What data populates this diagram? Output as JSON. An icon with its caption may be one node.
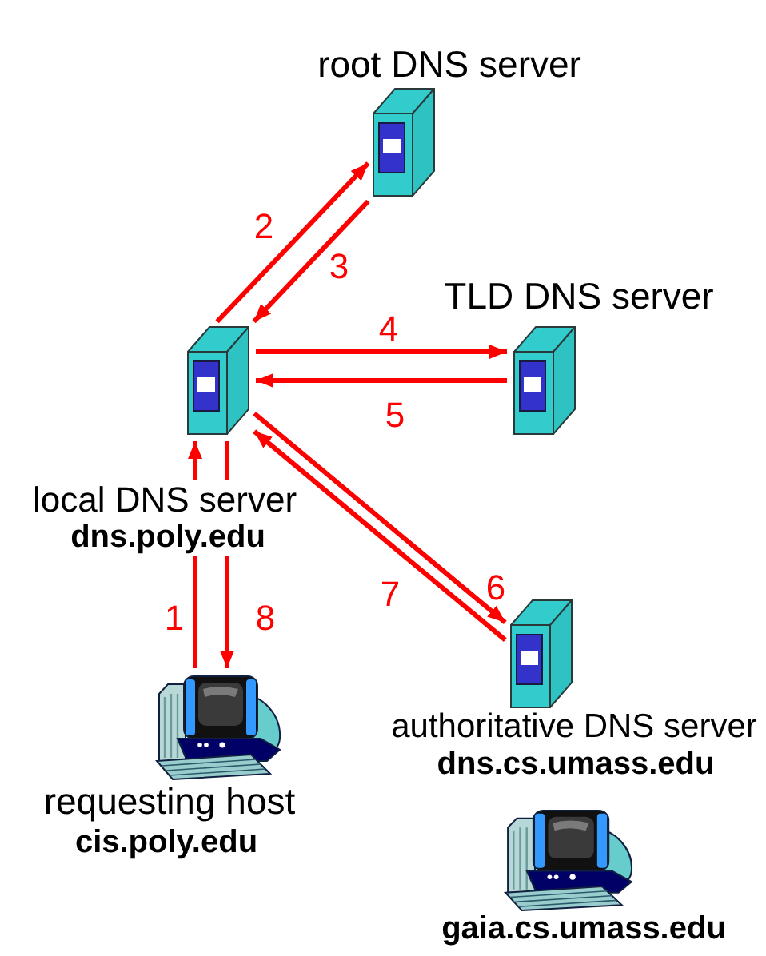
{
  "diagram": {
    "nodes": [
      {
        "text": [
          "root DNS server"
        ]
      },
      {
        "text": [
          "TLD DNS server"
        ]
      },
      {
        "text": [
          "local DNS server",
          "dns.poly.edu"
        ]
      },
      {
        "text": [
          "authoritative DNS server",
          "dns.cs.umass.edu"
        ]
      },
      {
        "text": [
          "requesting host",
          "cis.poly.edu"
        ]
      },
      {
        "text": [
          "gaia.cs.umass.edu"
        ]
      }
    ],
    "edges": [
      {
        "from": 4,
        "to": 2,
        "arrow": "to",
        "label": "1"
      },
      {
        "from": 2,
        "to": 0,
        "arrow": "to",
        "label": "2"
      },
      {
        "from": 0,
        "to": 2,
        "arrow": "to",
        "label": "3"
      },
      {
        "from": 2,
        "to": 1,
        "arrow": "to",
        "label": "4"
      },
      {
        "from": 1,
        "to": 2,
        "arrow": "to",
        "label": "5"
      },
      {
        "from": 2,
        "to": 3,
        "arrow": "to",
        "label": "6"
      },
      {
        "from": 3,
        "to": 2,
        "arrow": "to",
        "label": "7"
      },
      {
        "from": 2,
        "to": 4,
        "arrow": "to",
        "label": "8"
      }
    ]
  }
}
